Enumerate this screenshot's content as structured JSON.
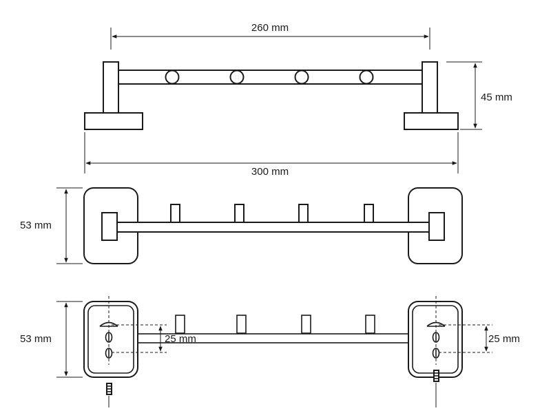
{
  "dimensions": {
    "top_inner_width": "260 mm",
    "top_height": "45 mm",
    "top_outer_width": "300 mm",
    "middle_height": "53 mm",
    "bottom_height": "53 mm",
    "bottom_hole_spacing_left": "25 mm",
    "bottom_hole_spacing_right": "25 mm"
  },
  "colors": {
    "line": "#1a1a1a",
    "background": "#ffffff"
  }
}
